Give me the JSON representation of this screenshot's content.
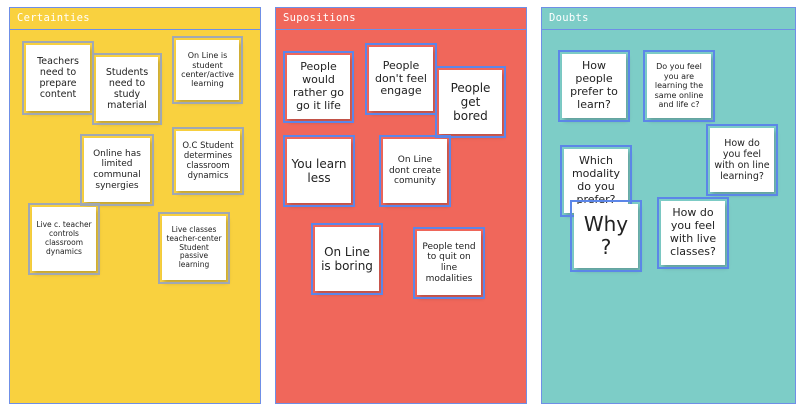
{
  "columns": [
    {
      "key": "certainties",
      "title": "Certainties",
      "color": "#f9d13f",
      "notes": [
        "Teachers need to prepare content",
        "Students need to study material",
        "On Line is student center/active learning",
        "Online has limited communal synergies",
        "O.C Student determines classroom dynamics",
        "Live c. teacher controls classroom dynamics",
        "Live classes teacher-center Student passive learning"
      ]
    },
    {
      "key": "supositions",
      "title": "Supositions",
      "color": "#f0675b",
      "notes": [
        "People would rather go go it life",
        "People don't feel engage",
        "People get bored",
        "You learn less",
        "On Line dont create comunity",
        "On Line is boring",
        "People tend to quit on line modalities"
      ]
    },
    {
      "key": "doubts",
      "title": "Doubts",
      "color": "#7dcdc7",
      "notes": [
        "How people prefer to learn?",
        "Do you feel you are learning the same online and life c?",
        "How do you feel with on line learning?",
        "Which modality do you prefer?",
        "Why ?",
        "How do you feel with live classes?"
      ]
    }
  ]
}
